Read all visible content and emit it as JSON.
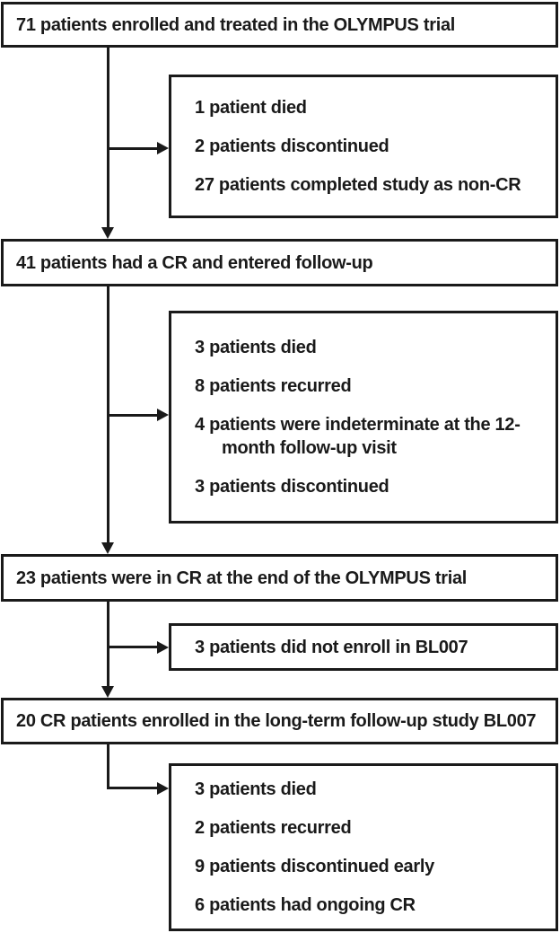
{
  "colors": {
    "ink": "#1a1a1a",
    "background": "#ffffff"
  },
  "flow": {
    "main_boxes": {
      "box1": {
        "text": "71 patients enrolled and treated in the OLYMPUS trial"
      },
      "box2": {
        "text": "41 patients had a CR and entered follow-up"
      },
      "box3": {
        "text": "23 patients were in CR at the end of the OLYMPUS trial"
      },
      "box4": {
        "text": "20 CR patients enrolled in the long-term follow-up study BL007"
      }
    },
    "side_boxes": {
      "box1": {
        "items": [
          "1 patient died",
          "2 patients discontinued",
          "27 patients completed study as non-CR"
        ]
      },
      "box2": {
        "items": [
          "3 patients died",
          "8 patients recurred",
          "4 patients were indeterminate at the 12-month follow-up visit",
          "3 patients discontinued"
        ]
      },
      "box3": {
        "items": [
          "3 patients did not enroll in BL007"
        ]
      },
      "box4": {
        "items": [
          "3 patients died",
          "2 patients recurred",
          "9 patients discontinued early",
          "6 patients had ongoing CR"
        ]
      }
    }
  }
}
